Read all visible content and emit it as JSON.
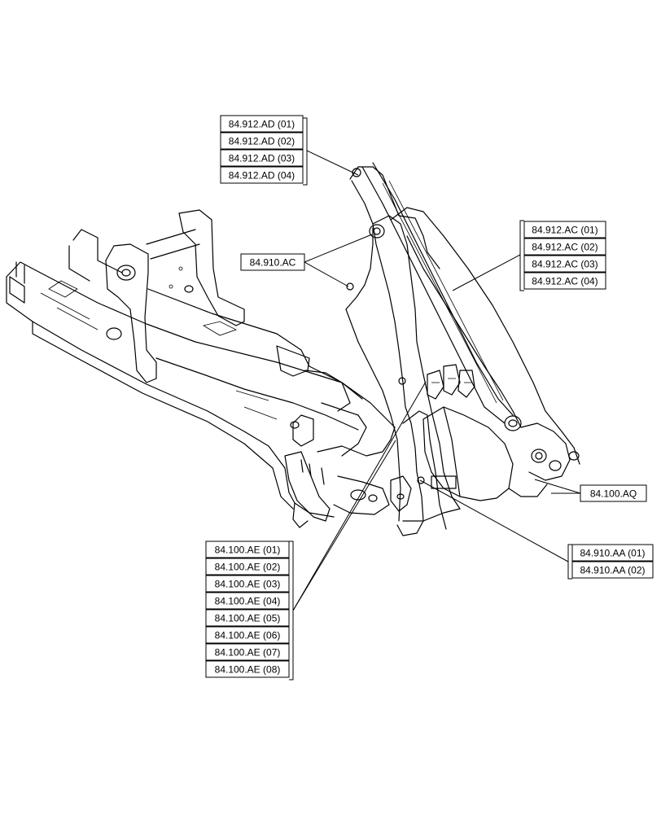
{
  "callout_groups": [
    {
      "id": "ad",
      "labels": [
        "84.912.AD (01)",
        "84.912.AD (02)",
        "84.912.AD (03)",
        "84.912.AD (04)"
      ]
    },
    {
      "id": "ac",
      "labels": [
        "84.912.AC (01)",
        "84.912.AC (02)",
        "84.912.AC (03)",
        "84.912.AC (04)"
      ]
    },
    {
      "id": "910ac",
      "labels": [
        "84.910.AC"
      ]
    },
    {
      "id": "aq",
      "labels": [
        "84.100.AQ"
      ]
    },
    {
      "id": "aa",
      "labels": [
        "84.910.AA (01)",
        "84.910.AA (02)"
      ]
    },
    {
      "id": "ae",
      "labels": [
        "84.100.AE (01)",
        "84.100.AE (02)",
        "84.100.AE (03)",
        "84.100.AE (04)",
        "84.100.AE (05)",
        "84.100.AE (06)",
        "84.100.AE (07)",
        "84.100.AE (08)"
      ]
    }
  ]
}
